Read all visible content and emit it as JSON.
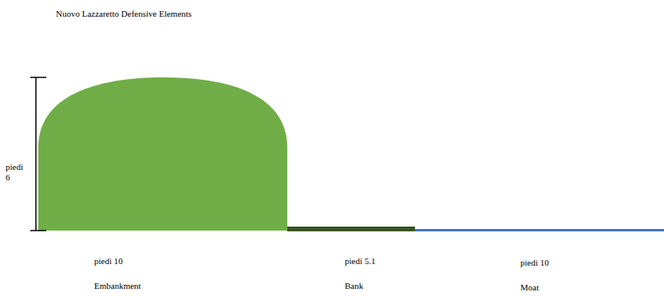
{
  "diagram": {
    "title": "Nuovo Lazzaretto Defensive Elements",
    "labels": [
      "piedi 6",
      "piedi 10",
      "Embankment",
      "piedi 5.1",
      "Bank",
      "piedi 10",
      "Moat"
    ]
  }
}
